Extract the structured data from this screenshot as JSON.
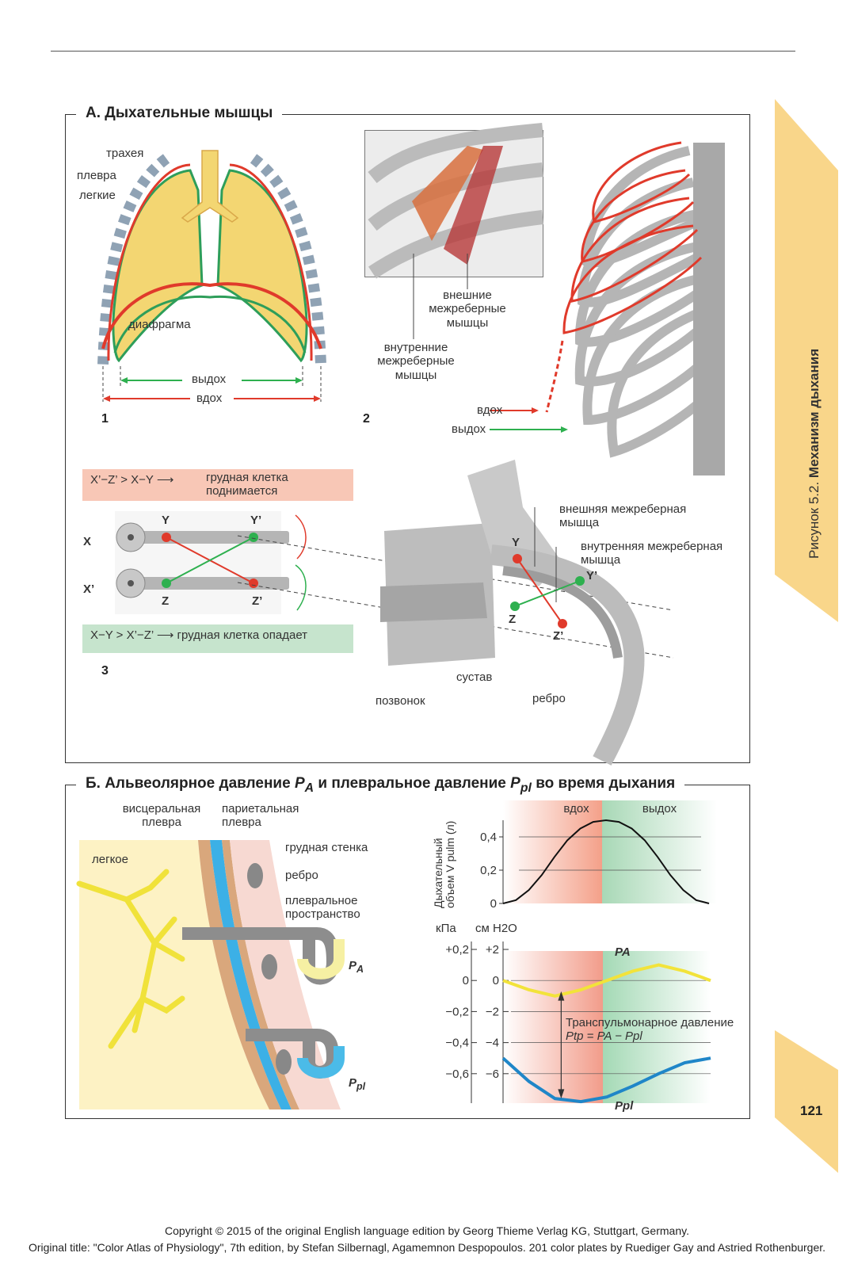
{
  "side_tab": {
    "caption": "Рисунок 5.2.",
    "title": "Механизм дыхания"
  },
  "page_number": "121",
  "panel_a": {
    "title": "А. Дыхательные мышцы",
    "fig1": {
      "number": "1",
      "trachea": "трахея",
      "pleura": "плевра",
      "lungs": "легкие",
      "diaphragm": "диафрагма",
      "exhale": "выдох",
      "inhale": "вдох"
    },
    "fig2": {
      "number": "2",
      "external": "внешние межреберные мышцы",
      "internal": "внутренние межреберные мышцы",
      "inhale": "вдох",
      "exhale": "выдох"
    },
    "fig3": {
      "number": "3",
      "rule_up": "X’−Z’ > X−Y",
      "rule_up_result": "грудная клетка поднимается",
      "rule_down": "X−Y > X’−Z’",
      "rule_down_result": "грудная клетка опадает",
      "x": "X",
      "x2": "X’",
      "y": "Y",
      "y2": "Y’",
      "z": "Z",
      "z2": "Z’",
      "external_muscle": "внешняя межреберная мышца",
      "internal_muscle": "внутренняя межреберная мышца",
      "joint": "сустав",
      "vertebra": "позвонок",
      "rib": "ребро"
    }
  },
  "panel_b": {
    "title_start": "Б. Альвеолярное давление ",
    "pa_main": "P",
    "pa_sub": "A",
    "title_mid": " и плевральное давление ",
    "ppl_main": "P",
    "ppl_sub": "pl",
    "title_end": " во время дыхания",
    "visceral": "висцеральная плевра",
    "parietal": "париетальная плевра",
    "lung": "легкое",
    "chest_wall": "грудная стенка",
    "rib": "ребро",
    "pleural_space": "плевральное пространство",
    "pa_label": "P",
    "pa_label_sub": "A",
    "ppl_label": "P",
    "ppl_label_sub": "pl"
  },
  "chart_data": [
    {
      "type": "line",
      "title": "",
      "phase_labels": [
        "вдох",
        "выдох"
      ],
      "ylabel": "Дыхательный объем V pulm (л)",
      "yticks": [
        "0",
        "0,2",
        "0,4"
      ],
      "ylim": [
        0,
        0.5
      ],
      "series": [
        {
          "values": [
            0,
            0.02,
            0.08,
            0.17,
            0.28,
            0.38,
            0.45,
            0.49,
            0.5,
            0.49,
            0.45,
            0.38,
            0.28,
            0.17,
            0.08,
            0.02,
            0
          ]
        }
      ],
      "x": [
        0,
        0.0625,
        0.125,
        0.1875,
        0.25,
        0.3125,
        0.375,
        0.4375,
        0.5,
        0.5625,
        0.625,
        0.6875,
        0.75,
        0.8125,
        0.875,
        0.9375,
        1
      ],
      "colors": {
        "inhale": "#f4a089",
        "exhale": "#a8d8b6",
        "line": "#111111"
      }
    },
    {
      "type": "line",
      "title": "",
      "ylabel_left": "кПа",
      "ylabel_right": "см H2O",
      "yticks_kpa": [
        "+0,2",
        "0",
        "−0,2",
        "−0,4",
        "−0,6"
      ],
      "yticks_cmh2o": [
        "+2",
        "0",
        "−2",
        "−4",
        "−6"
      ],
      "ylim_cmh2o": [
        -8.5,
        2
      ],
      "annotation": "Транспульмонарное давление",
      "annotation_formula": "Ptp = PA − Ppl",
      "series": [
        {
          "name": "PA",
          "color": "#f2e33a",
          "values": [
            0,
            -0.6,
            -1.0,
            -0.6,
            0,
            0.6,
            1.0,
            0.6,
            0
          ]
        },
        {
          "name": "Ppl",
          "color": "#1f86c8",
          "values": [
            -5,
            -6.5,
            -7.6,
            -7.8,
            -7.5,
            -6.8,
            -6.0,
            -5.3,
            -5
          ]
        }
      ],
      "x": [
        0,
        0.125,
        0.25,
        0.375,
        0.5,
        0.625,
        0.75,
        0.875,
        1
      ]
    }
  ],
  "copyright": {
    "line1": "Copyright © 2015 of the original English language edition by Georg Thieme Verlag KG, Stuttgart, Germany.",
    "line2": "Original title: \"Color Atlas of Physiology\", 7th edition, by Stefan Silbernagl, Agamemnon Despopoulos. 201 color plates by Ruediger Gay and Astried Rothenburger."
  }
}
